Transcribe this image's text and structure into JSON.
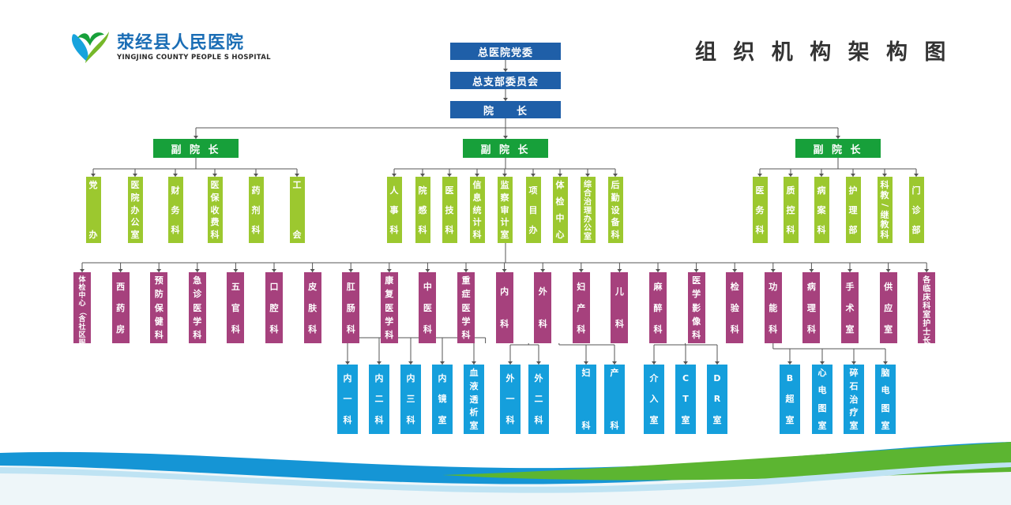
{
  "hospital": {
    "name_cn": "荥经县人民医院",
    "name_en": "YINGJING COUNTY PEOPLE S HOSPITAL"
  },
  "title": "组 织 机 构 架 构 图",
  "colors": {
    "top": "#1f5fa8",
    "vice": "#17a03a",
    "admin": "#9cc82f",
    "department": "#a6417d",
    "subdepartment": "#159fdc",
    "line": "#555555"
  },
  "top_chain": [
    "总医院党委",
    "总支部委员会",
    "院　　长"
  ],
  "vice_presidents": [
    {
      "label": "副 院 长",
      "units": [
        "党||办",
        "医院办公室",
        "财务科",
        "医保收费科",
        "药剂科",
        "工||会"
      ]
    },
    {
      "label": "副 院 长",
      "units": [
        "人事科",
        "院感科",
        "医技科",
        "信息统计科",
        "监察审计室",
        "项目办",
        "体检中心",
        "综合治理办公室",
        "后勤设备科"
      ]
    },
    {
      "label": "副 院 长",
      "units": [
        "医务科",
        "质控科",
        "病案科",
        "护理部",
        "科教/继教科",
        "门诊部"
      ]
    }
  ],
  "departments": [
    "体检中心（含社区服务）",
    "西药房",
    "预防保健科",
    "急诊医学科",
    "五官科",
    "口腔科",
    "皮肤科",
    "肛肠科",
    "康复医学科",
    "中医科",
    "重症医学科",
    "内科",
    "外科",
    "妇产科",
    "儿科",
    "麻醉科",
    "医学影像科",
    "检验科",
    "功能科",
    "病理科",
    "手术室",
    "供应室",
    "各临床科室护士长"
  ],
  "sub_groups": [
    {
      "parent": "内科",
      "units": [
        "内一科",
        "内二科",
        "内三科",
        "内镜室",
        "血液透析室"
      ]
    },
    {
      "parent": "外科",
      "units": [
        "外一科",
        "外二科"
      ]
    },
    {
      "parent": "妇产科",
      "units": [
        "妇||科",
        "产||科"
      ]
    },
    {
      "parent": "医学影像科",
      "units": [
        "介入室",
        "CT室",
        "DR室"
      ]
    },
    {
      "parent": "功能科",
      "units": [
        "B超室",
        "心电图室",
        "碎石治疗室",
        "脑电图室"
      ]
    }
  ]
}
